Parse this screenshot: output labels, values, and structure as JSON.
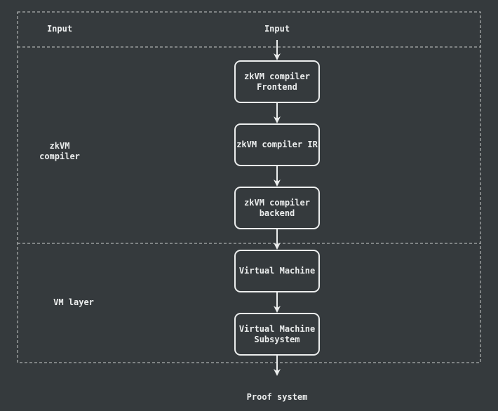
{
  "colors": {
    "background": "#353a3d",
    "stroke": "#eceeee",
    "dashed": "#c9cccc"
  },
  "lanes": {
    "input": {
      "label": "Input"
    },
    "compiler": {
      "label": "zkVM\ncompiler"
    },
    "vm": {
      "label": "VM layer"
    }
  },
  "flow": {
    "start_label": "Input",
    "end_label": "Proof system",
    "nodes": [
      {
        "label": "zkVM compiler\nFrontend"
      },
      {
        "label": "zkVM compiler IR"
      },
      {
        "label": "zkVM compiler\nbackend"
      },
      {
        "label": "Virtual Machine"
      },
      {
        "label": "Virtual Machine\nSubsystem"
      }
    ]
  }
}
